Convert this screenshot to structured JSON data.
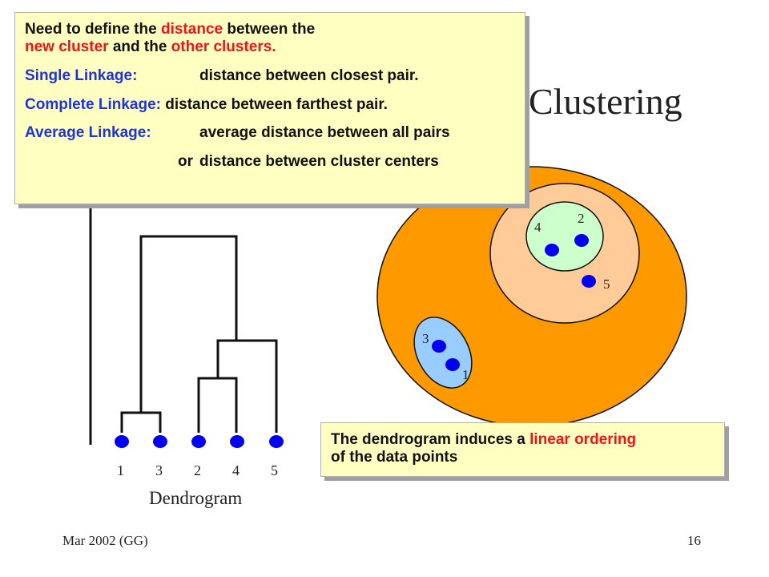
{
  "title": "Clustering",
  "callout_top": {
    "line1": {
      "a": "Need to define the ",
      "b": "distance",
      "c": " between the"
    },
    "line2": {
      "a": "new cluster",
      "b": " and the ",
      "c": "other clusters."
    },
    "single": {
      "label": "Single Linkage:",
      "text": "distance between closest pair."
    },
    "complete": {
      "label": "Complete Linkage:",
      "text": "distance between farthest pair."
    },
    "average": {
      "label": "Average Linkage:",
      "text": "average distance between all pairs"
    },
    "or_line": {
      "label": "or",
      "text": "distance between cluster centers"
    }
  },
  "callout_bottom": {
    "line1": {
      "a": "The dendrogram induces a ",
      "b": "linear ordering"
    },
    "line2": "of the data points"
  },
  "dendrogram": {
    "label": "Dendrogram",
    "leaf_order": [
      "1",
      "3",
      "2",
      "4",
      "5"
    ]
  },
  "clusters": {
    "point_labels": [
      "4",
      "2",
      "5",
      "3",
      "1"
    ]
  },
  "footer": {
    "left": "Mar 2002 (GG)",
    "right": "16"
  },
  "colors": {
    "point": "#0000ee",
    "outer_cluster": "#ff9900",
    "mid_cluster": "#ffcc99",
    "inner_cluster_green": "#ccffcc",
    "inner_cluster_blue": "#99ccff",
    "callout_bg": "#ffffc2",
    "highlight_red": "#f0141a",
    "label_blue": "#1f33d9"
  }
}
